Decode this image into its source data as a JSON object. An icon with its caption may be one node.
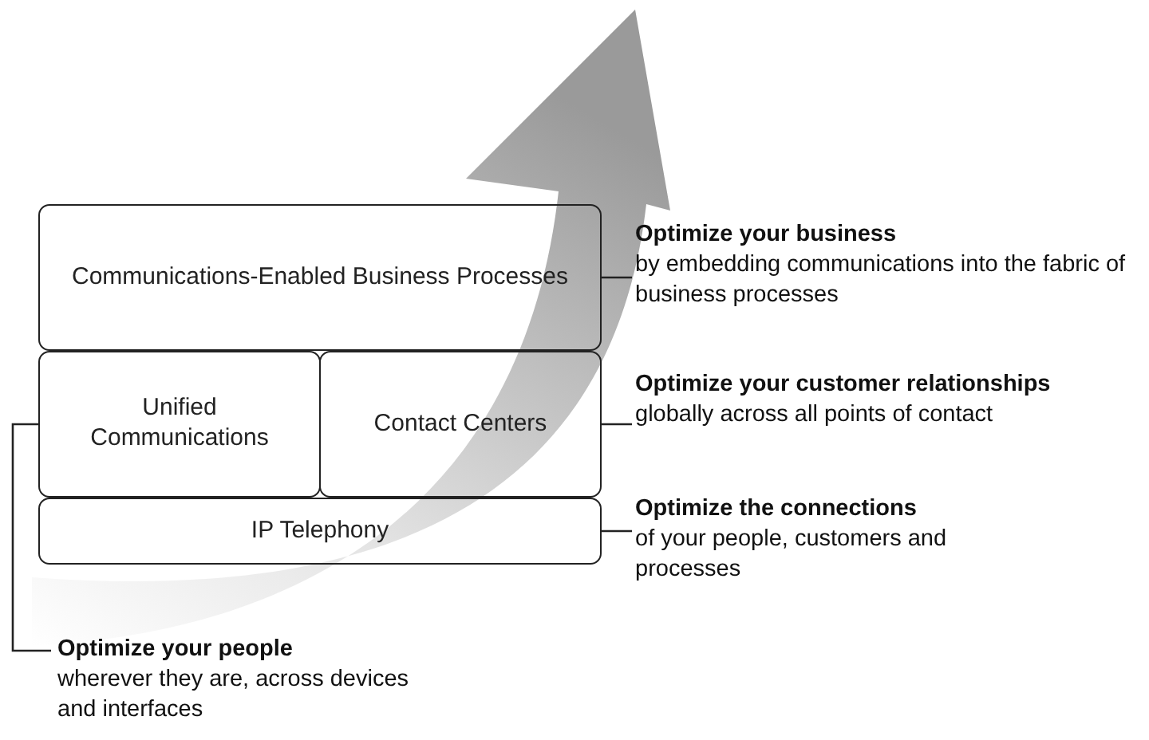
{
  "diagram": {
    "nodes": [
      {
        "text": [
          "Communications-Enabled Business Processes"
        ]
      },
      {
        "text": [
          "Unified Communications"
        ]
      },
      {
        "text": [
          "Contact Centers"
        ]
      },
      {
        "text": [
          "IP Telephony"
        ]
      },
      {
        "text": [
          "Optimize your business",
          "by embedding communications into the fabric of business processes"
        ]
      },
      {
        "text": [
          "Optimize your customer relationships",
          "globally across all points of contact"
        ]
      },
      {
        "text": [
          "Optimize the connections",
          "of your people, customers and processes"
        ]
      },
      {
        "text": [
          "Optimize your people",
          "wherever they are, across devices and interfaces"
        ]
      }
    ],
    "edges": [
      {
        "from": 4,
        "to": 0,
        "arrow": "none"
      },
      {
        "from": 5,
        "to": 2,
        "arrow": "none"
      },
      {
        "from": 6,
        "to": 3,
        "arrow": "none"
      },
      {
        "from": 7,
        "to": 1,
        "arrow": "none"
      }
    ]
  }
}
